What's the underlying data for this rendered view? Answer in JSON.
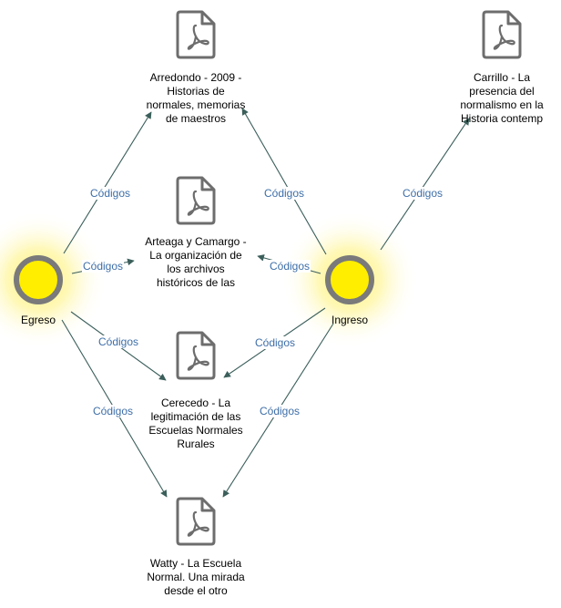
{
  "diagram": {
    "colors": {
      "edge": "#3b5f5b",
      "edge_label": "#3d6ea8",
      "doc_icon_fill": "#ffffff",
      "doc_icon_stroke": "#6d6d6d",
      "pdf_glyph": "#6d6d6d",
      "code_ring": "#7a7a7a",
      "code_fill": "#ffee00",
      "code_glow": "#fff27a"
    },
    "documents": [
      {
        "id": "arredondo",
        "icon": "pdf-document-icon",
        "label": "Arredondo - 2009 -\nHistorias de\nnormales, memorias\nde maestros"
      },
      {
        "id": "carrillo",
        "icon": "pdf-document-icon",
        "label": "Carrillo - La\npresencia del\nnormalismo en la\nHistoria contemp"
      },
      {
        "id": "arteaga",
        "icon": "pdf-document-icon",
        "label": "Arteaga y Camargo -\nLa organización de\nlos archivos\nhistóricos de las"
      },
      {
        "id": "cerecedo",
        "icon": "pdf-document-icon",
        "label": "Cerecedo - La\nlegitimación de las\nEscuelas Normales\nRurales"
      },
      {
        "id": "watty",
        "icon": "pdf-document-icon",
        "label": "Watty - La Escuela\nNormal. Una mirada\ndesde el otro"
      }
    ],
    "codes": [
      {
        "id": "egreso",
        "label": "Egreso"
      },
      {
        "id": "ingreso",
        "label": "Ingreso"
      }
    ],
    "edges": [
      {
        "from": "egreso",
        "to": "arredondo",
        "label": "Códigos"
      },
      {
        "from": "egreso",
        "to": "arteaga",
        "label": "Códigos"
      },
      {
        "from": "egreso",
        "to": "cerecedo",
        "label": "Códigos"
      },
      {
        "from": "egreso",
        "to": "watty",
        "label": "Códigos"
      },
      {
        "from": "ingreso",
        "to": "arredondo",
        "label": "Códigos"
      },
      {
        "from": "ingreso",
        "to": "carrillo",
        "label": "Códigos"
      },
      {
        "from": "ingreso",
        "to": "arteaga",
        "label": "Códigos"
      },
      {
        "from": "ingreso",
        "to": "cerecedo",
        "label": "Códigos"
      },
      {
        "from": "ingreso",
        "to": "watty",
        "label": "Códigos"
      }
    ]
  }
}
